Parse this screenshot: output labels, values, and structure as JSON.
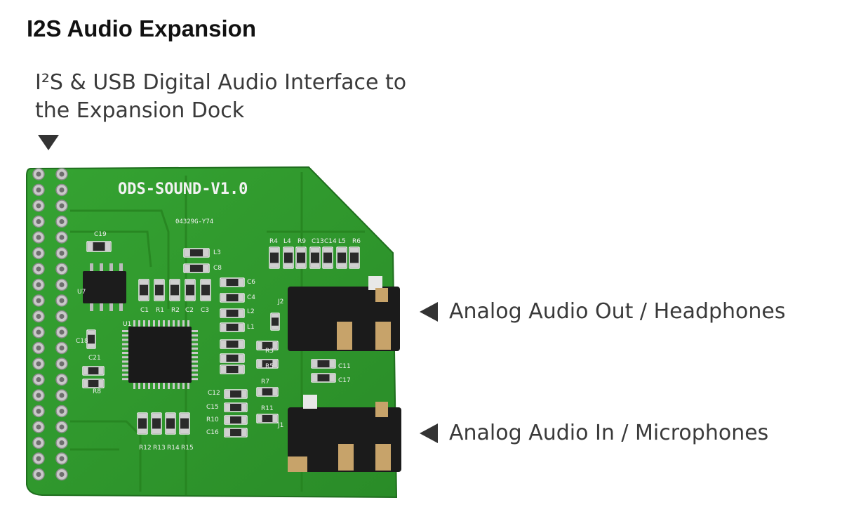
{
  "title": "I2S Audio Expansion",
  "callouts": {
    "top_line1": "I²S & USB Digital Audio Interface to",
    "top_line2": "the Expansion Dock",
    "audio_out": "Analog Audio Out / Headphones",
    "audio_in": "Analog Audio In / Microphones"
  },
  "board": {
    "silkscreen_name": "ODS-SOUND-V1.0",
    "part_code": "04329G-Y74",
    "component_labels": {
      "c19": "C19",
      "u7": "U7",
      "l3": "L3",
      "c8": "C8",
      "c6": "C6",
      "c4": "C4",
      "l2": "L2",
      "l1": "L1",
      "c1": "C1",
      "r1": "R1",
      "r2": "R2",
      "c2": "C2",
      "c3": "C3",
      "u1": "U1",
      "c18": "C18",
      "c21": "C21",
      "r8": "R8",
      "c12": "C12",
      "c15": "C15",
      "r10": "R10",
      "c16": "C16",
      "r7": "R7",
      "r11": "R11",
      "r4": "R4",
      "r5": "R5",
      "r3": "R3",
      "c11": "C11",
      "c17": "C17",
      "c14": "C14",
      "l5": "L5",
      "l4": "L4",
      "r9": "R9",
      "c13": "C13",
      "r6": "R6",
      "r12": "R12",
      "r13": "R13",
      "r14": "R14",
      "r15": "R15",
      "j2": "J2",
      "j1": "J1"
    }
  },
  "colors": {
    "pcb": "#2f9a2c",
    "pcb_dark": "#237a22",
    "silk": "#f2f2f2",
    "arrow": "#333333"
  }
}
